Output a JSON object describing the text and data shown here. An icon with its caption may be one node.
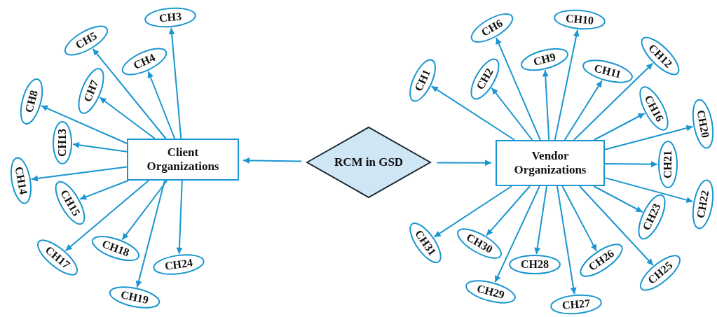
{
  "diagram": {
    "nodes": [
      {
        "text": [
          "RCM in GSD"
        ]
      },
      {
        "text": [
          "Client Organizations"
        ]
      },
      {
        "text": [
          "Vendor Organizations"
        ]
      },
      {
        "text": [
          "CH3"
        ]
      },
      {
        "text": [
          "CH5"
        ]
      },
      {
        "text": [
          "CH4"
        ]
      },
      {
        "text": [
          "CH7"
        ]
      },
      {
        "text": [
          "CH8"
        ]
      },
      {
        "text": [
          "CH13"
        ]
      },
      {
        "text": [
          "CH14"
        ]
      },
      {
        "text": [
          "CH15"
        ]
      },
      {
        "text": [
          "CH17"
        ]
      },
      {
        "text": [
          "CH18"
        ]
      },
      {
        "text": [
          "CH19"
        ]
      },
      {
        "text": [
          "CH24"
        ]
      },
      {
        "text": [
          "CH1"
        ]
      },
      {
        "text": [
          "CH6"
        ]
      },
      {
        "text": [
          "CH2"
        ]
      },
      {
        "text": [
          "CH9"
        ]
      },
      {
        "text": [
          "CH10"
        ]
      },
      {
        "text": [
          "CH11"
        ]
      },
      {
        "text": [
          "CH12"
        ]
      },
      {
        "text": [
          "CH16"
        ]
      },
      {
        "text": [
          "CH20"
        ]
      },
      {
        "text": [
          "CH21"
        ]
      },
      {
        "text": [
          "CH22"
        ]
      },
      {
        "text": [
          "CH23"
        ]
      },
      {
        "text": [
          "CH25"
        ]
      },
      {
        "text": [
          "CH26"
        ]
      },
      {
        "text": [
          "CH27"
        ]
      },
      {
        "text": [
          "CH28"
        ]
      },
      {
        "text": [
          "CH29"
        ]
      },
      {
        "text": [
          "CH30"
        ]
      },
      {
        "text": [
          "CH31"
        ]
      }
    ],
    "edges": [
      {
        "from": 0,
        "to": 1,
        "arrow": "to"
      },
      {
        "from": 0,
        "to": 2,
        "arrow": "to"
      },
      {
        "from": 1,
        "to": 3,
        "arrow": "to"
      },
      {
        "from": 1,
        "to": 4,
        "arrow": "to"
      },
      {
        "from": 1,
        "to": 5,
        "arrow": "to"
      },
      {
        "from": 1,
        "to": 6,
        "arrow": "to"
      },
      {
        "from": 1,
        "to": 7,
        "arrow": "to"
      },
      {
        "from": 1,
        "to": 8,
        "arrow": "to"
      },
      {
        "from": 1,
        "to": 9,
        "arrow": "to"
      },
      {
        "from": 1,
        "to": 10,
        "arrow": "to"
      },
      {
        "from": 1,
        "to": 11,
        "arrow": "to"
      },
      {
        "from": 1,
        "to": 12,
        "arrow": "to"
      },
      {
        "from": 1,
        "to": 13,
        "arrow": "to"
      },
      {
        "from": 1,
        "to": 14,
        "arrow": "to"
      },
      {
        "from": 2,
        "to": 15,
        "arrow": "to"
      },
      {
        "from": 2,
        "to": 16,
        "arrow": "to"
      },
      {
        "from": 2,
        "to": 17,
        "arrow": "to"
      },
      {
        "from": 2,
        "to": 18,
        "arrow": "to"
      },
      {
        "from": 2,
        "to": 19,
        "arrow": "to"
      },
      {
        "from": 2,
        "to": 20,
        "arrow": "to"
      },
      {
        "from": 2,
        "to": 21,
        "arrow": "to"
      },
      {
        "from": 2,
        "to": 22,
        "arrow": "to"
      },
      {
        "from": 2,
        "to": 23,
        "arrow": "to"
      },
      {
        "from": 2,
        "to": 24,
        "arrow": "to"
      },
      {
        "from": 2,
        "to": 25,
        "arrow": "to"
      },
      {
        "from": 2,
        "to": 26,
        "arrow": "to"
      },
      {
        "from": 2,
        "to": 27,
        "arrow": "to"
      },
      {
        "from": 2,
        "to": 28,
        "arrow": "to"
      },
      {
        "from": 2,
        "to": 29,
        "arrow": "to"
      },
      {
        "from": 2,
        "to": 30,
        "arrow": "to"
      },
      {
        "from": 2,
        "to": 31,
        "arrow": "to"
      },
      {
        "from": 2,
        "to": 32,
        "arrow": "to"
      },
      {
        "from": 2,
        "to": 33,
        "arrow": "to"
      }
    ]
  }
}
